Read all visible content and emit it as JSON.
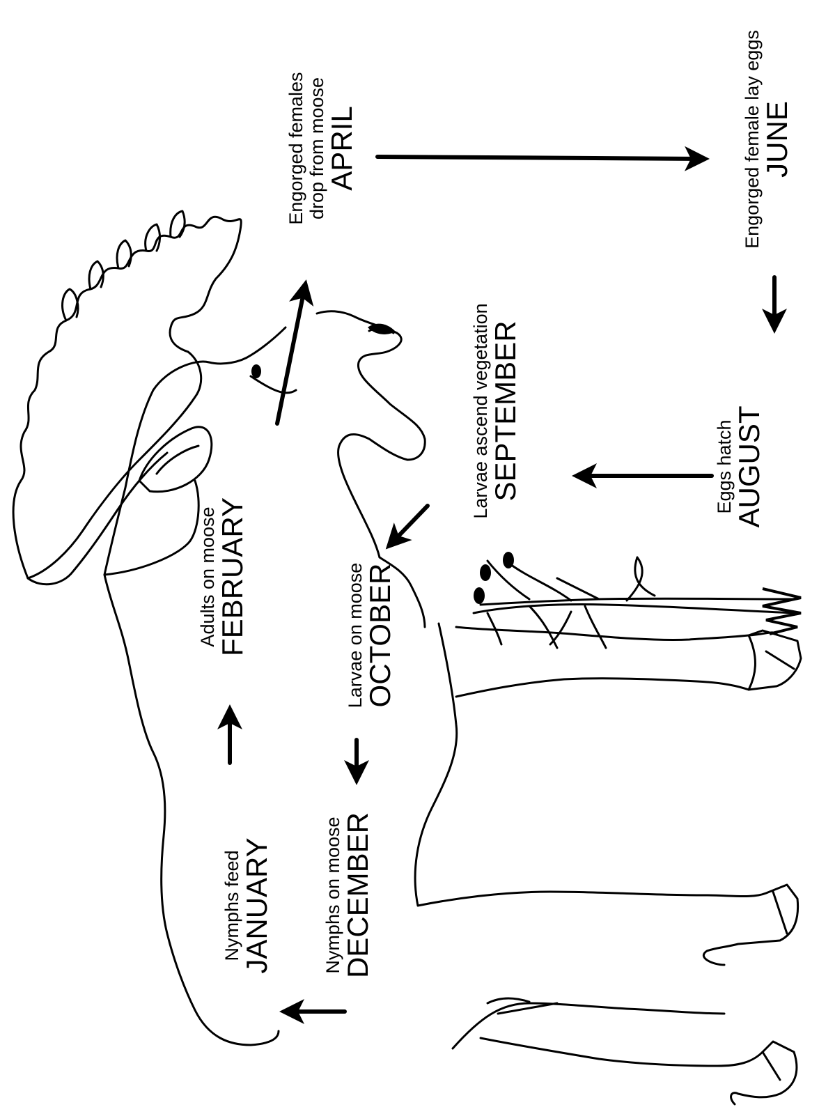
{
  "stages": {
    "april": {
      "caption_line1": "Engorged females",
      "caption_line2": "drop from moose",
      "month": "APRIL"
    },
    "june": {
      "caption": "Engorged female lay eggs",
      "month": "JUNE"
    },
    "august": {
      "caption": "Eggs hatch",
      "month": "AUGUST"
    },
    "september": {
      "caption": "Larvae ascend vegetation",
      "month": "SEPTEMBER"
    },
    "october": {
      "caption": "Larvae on moose",
      "month": "OCTOBER"
    },
    "december": {
      "caption": "Nymphs on moose",
      "month": "DECEMBER"
    },
    "january": {
      "caption": "Nymphs feed",
      "month": "JANUARY"
    },
    "february": {
      "caption": "Adults on moose",
      "month": "FEBRUARY"
    }
  },
  "icons": {
    "moose": "moose-outline-icon",
    "vegetation": "plant-stalk-icon",
    "arrow": "arrow-icon"
  },
  "colors": {
    "ink": "#000000",
    "background": "#ffffff"
  }
}
